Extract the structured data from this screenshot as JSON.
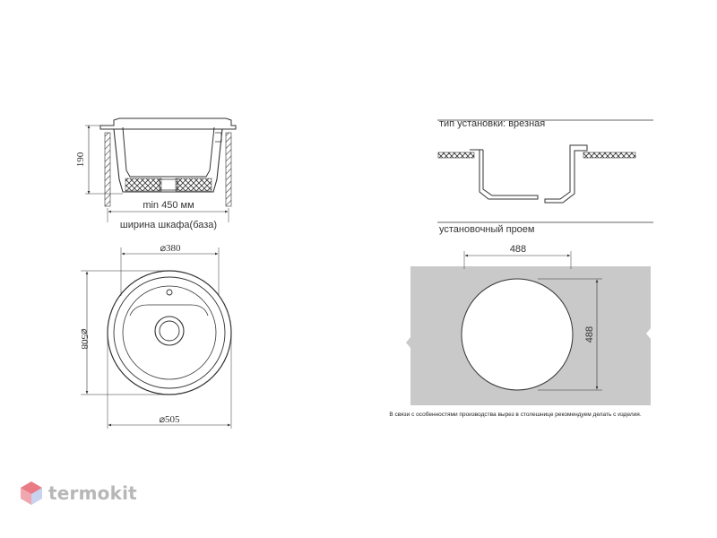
{
  "side_view": {
    "height_label": "190",
    "width_label": "min 450 мм",
    "cabinet_label": "ширина шкафа(база)"
  },
  "top_view": {
    "top_diameter_label": "⌀380",
    "side_diameter_label": "⌀508",
    "bottom_diameter_label": "⌀505"
  },
  "install": {
    "type_label": "тип установки: врезная",
    "opening_label": "установочный проем",
    "cutout_width_label": "488",
    "cutout_height_label": "488",
    "note": "В связи с особенностями производства вырез в столешнице рекомендуем делать с изделия."
  },
  "brand": {
    "name": "termokit",
    "logo_color": "#e97a86",
    "text_color": "#b7b7b7"
  },
  "colors": {
    "line": "#333333",
    "cutout_fill": "#c9c9c9"
  }
}
